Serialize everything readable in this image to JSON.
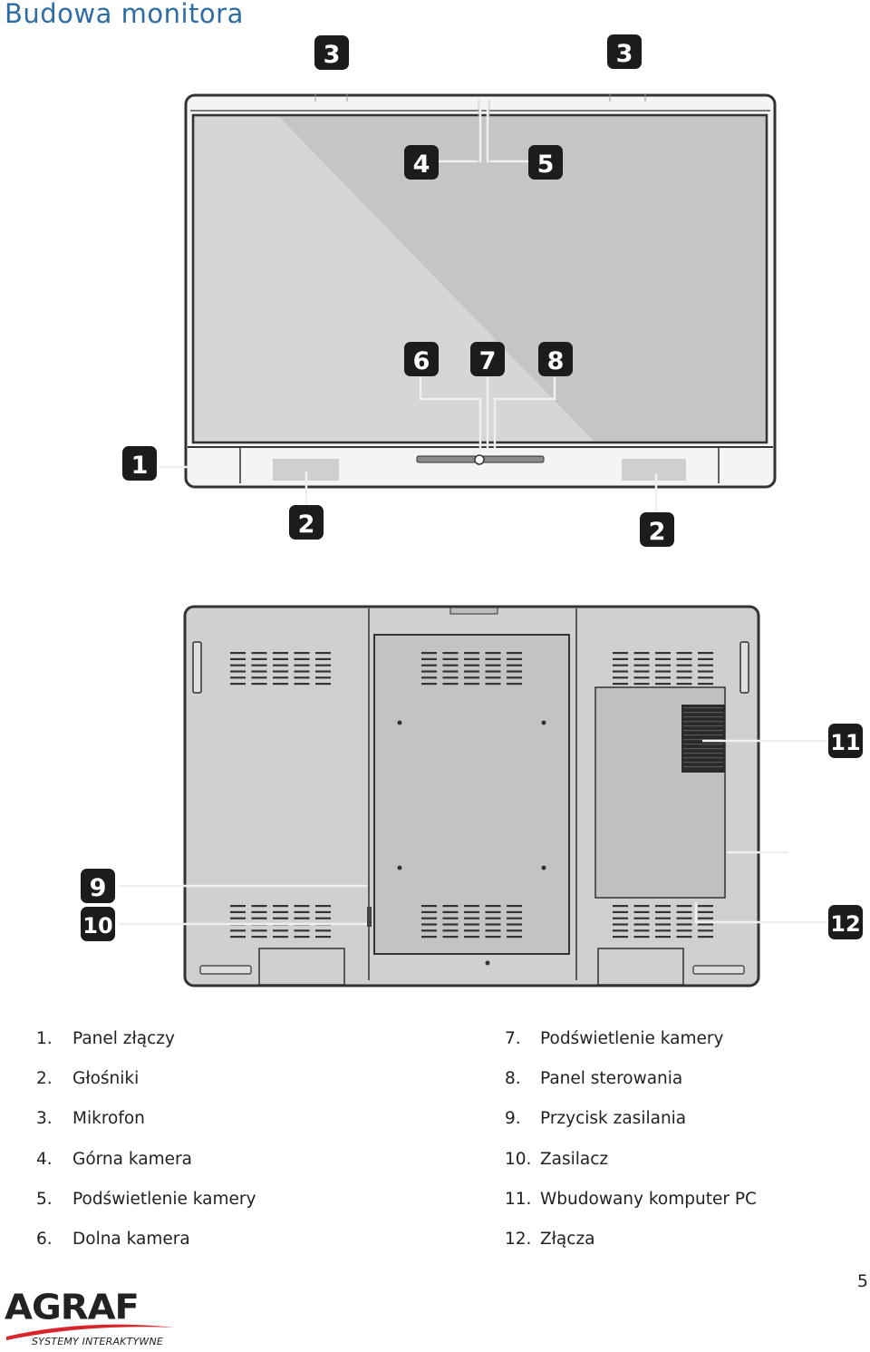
{
  "page": {
    "title": "Budowa monitora",
    "page_number": "5"
  },
  "callouts": {
    "c1": "1",
    "c2": "2",
    "c3": "3",
    "c4": "4",
    "c5": "5",
    "c6": "6",
    "c7": "7",
    "c8": "8",
    "c9": "9",
    "c10": "10",
    "c11": "11",
    "c12": "12"
  },
  "legend": {
    "left": [
      {
        "num": "1.",
        "label": "Panel złączy"
      },
      {
        "num": "2.",
        "label": "Głośniki"
      },
      {
        "num": "3.",
        "label": "Mikrofon"
      },
      {
        "num": "4.",
        "label": "Górna kamera"
      },
      {
        "num": "5.",
        "label": "Podświetlenie kamery"
      },
      {
        "num": "6.",
        "label": "Dolna kamera"
      }
    ],
    "right": [
      {
        "num": "7.",
        "label": "Podświetlenie kamery"
      },
      {
        "num": "8.",
        "label": "Panel sterowania"
      },
      {
        "num": "9.",
        "label": "Przycisk zasilania"
      },
      {
        "num": "10.",
        "label": "Zasilacz"
      },
      {
        "num": "11.",
        "label": "Wbudowany komputer PC"
      },
      {
        "num": "12.",
        "label": "Złącza"
      }
    ]
  },
  "logo": {
    "name": "AGRAF",
    "tagline": "SYSTEMY INTERAKTYWNE",
    "accent_color": "#d6262b"
  }
}
